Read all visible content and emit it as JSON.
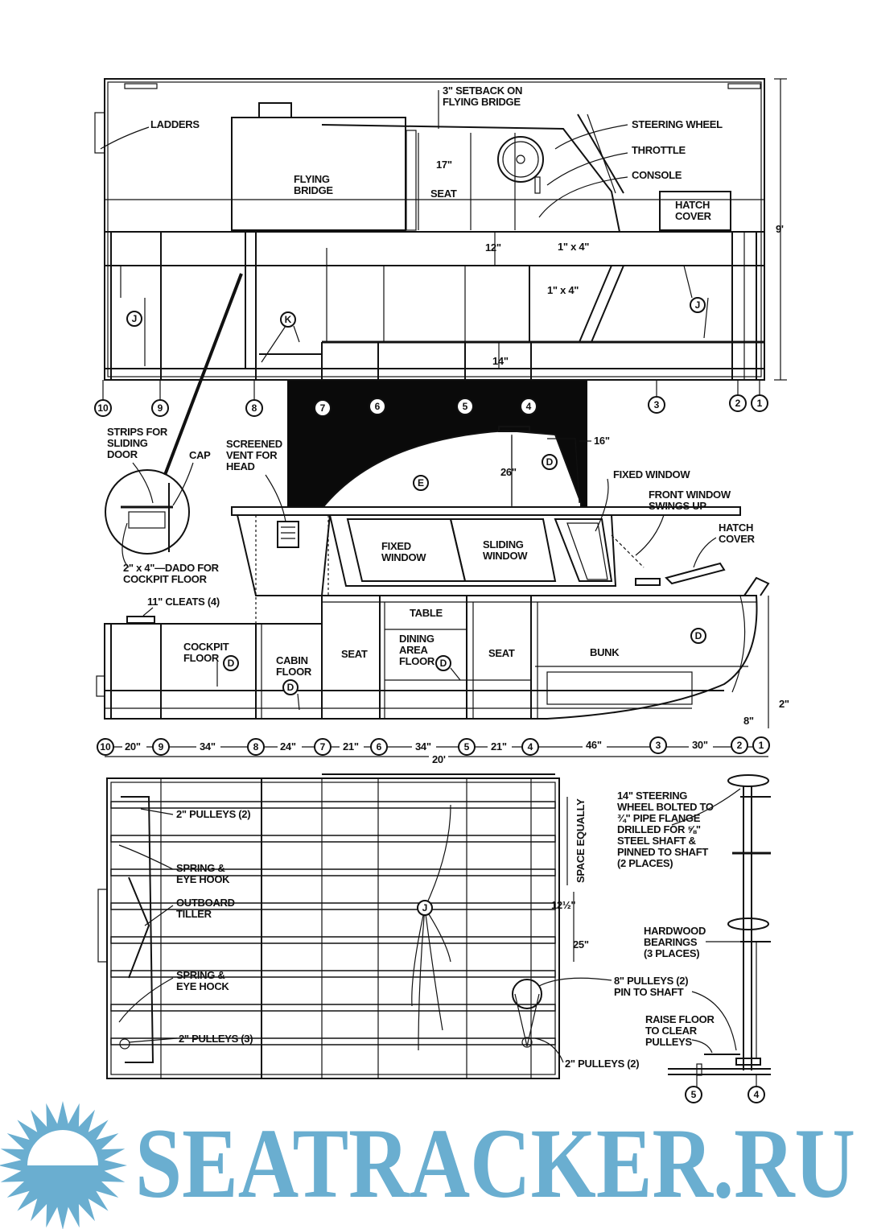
{
  "top_elevation": {
    "setback": [
      "3\" SETBACK ON",
      "FLYING BRIDGE"
    ],
    "ladders": "LADDERS",
    "steering_wheel": "STEERING WHEEL",
    "throttle": "THROTTLE",
    "console": "CONSOLE",
    "flying_bridge": [
      "FLYING",
      "BRIDGE"
    ],
    "dim_17": "17\"",
    "seat": "SEAT",
    "hatch_cover": [
      "HATCH",
      "COVER"
    ],
    "dim_12": "12\"",
    "lumber_a": "1\" x 4\"",
    "lumber_b": "1\" x 4\"",
    "dim_9ft": "9'",
    "dim_14": "14\"",
    "callouts": {
      "j": "J",
      "k": "K"
    },
    "stations": [
      "10",
      "9",
      "8",
      "7",
      "6",
      "5",
      "4",
      "3",
      "2",
      "1"
    ]
  },
  "side_elevation": {
    "strips": [
      "STRIPS FOR",
      "SLIDING",
      "DOOR"
    ],
    "cap": "CAP",
    "vent": [
      "SCREENED",
      "VENT FOR",
      "HEAD"
    ],
    "dim_26": "26\"",
    "dim_16": "16\"",
    "fixed_window_right": "FIXED WINDOW",
    "front_window": [
      "FRONT WINDOW",
      "SWINGS UP"
    ],
    "hatch_cover": [
      "HATCH",
      "COVER"
    ],
    "fixed_window": [
      "FIXED",
      "WINDOW"
    ],
    "sliding_window": [
      "SLIDING",
      "WINDOW"
    ],
    "dado": [
      "2\" x 4\"—DADO FOR",
      "COCKPIT FLOOR"
    ],
    "cleats": "11\" CLEATS (4)",
    "table": "TABLE",
    "cockpit_floor": [
      "COCKPIT",
      "FLOOR"
    ],
    "cabin_floor": [
      "CABIN",
      "FLOOR"
    ],
    "seat_left": "SEAT",
    "dining": [
      "DINING",
      "AREA",
      "FLOOR"
    ],
    "seat_right": "SEAT",
    "bunk": "BUNK",
    "dim_2": "2\"",
    "dim_8": "8\"",
    "callouts": {
      "e": "E",
      "d": "D"
    },
    "stations": [
      "10",
      "9",
      "8",
      "7",
      "6",
      "5",
      "4",
      "3",
      "2",
      "1"
    ],
    "spacings": [
      "20\"",
      "34\"",
      "24\"",
      "21\"",
      "34\"",
      "21\"",
      "46\"",
      "30\""
    ],
    "overall_length": "20'"
  },
  "plan_view": {
    "pulleys_top": "2\" PULLEYS (2)",
    "spring_top": [
      "SPRING &",
      "EYE HOOK"
    ],
    "tiller": [
      "OUTBOARD",
      "TILLER"
    ],
    "spring_bottom": [
      "SPRING &",
      "EYE HOCK"
    ],
    "pulleys_bottom": "2\" PULLEYS (3)",
    "space_equally": "SPACE EQUALLY",
    "dim_12_5": "12½\"",
    "dim_25": "25\"",
    "callout_j": "J",
    "pulleys_right": "2\" PULLEYS (2)"
  },
  "steering_detail": {
    "wheel_note": [
      "14\" STEERING",
      "WHEEL BOLTED TO",
      "¾\" PIPE FLANGE",
      "DRILLED FOR ⅝\"",
      "STEEL SHAFT &",
      "PINNED TO SHAFT",
      "(2 PLACES)"
    ],
    "bearings": [
      "HARDWOOD",
      "BEARINGS",
      "(3 PLACES)"
    ],
    "pulleys": [
      "8\" PULLEYS (2)",
      "PIN TO SHAFT"
    ],
    "raise_floor": [
      "RAISE FLOOR",
      "TO CLEAR",
      "PULLEYS"
    ],
    "stations": [
      "5",
      "4"
    ]
  },
  "watermark": {
    "text": "SEATRACKER.RU",
    "color": "#6aaed0"
  }
}
